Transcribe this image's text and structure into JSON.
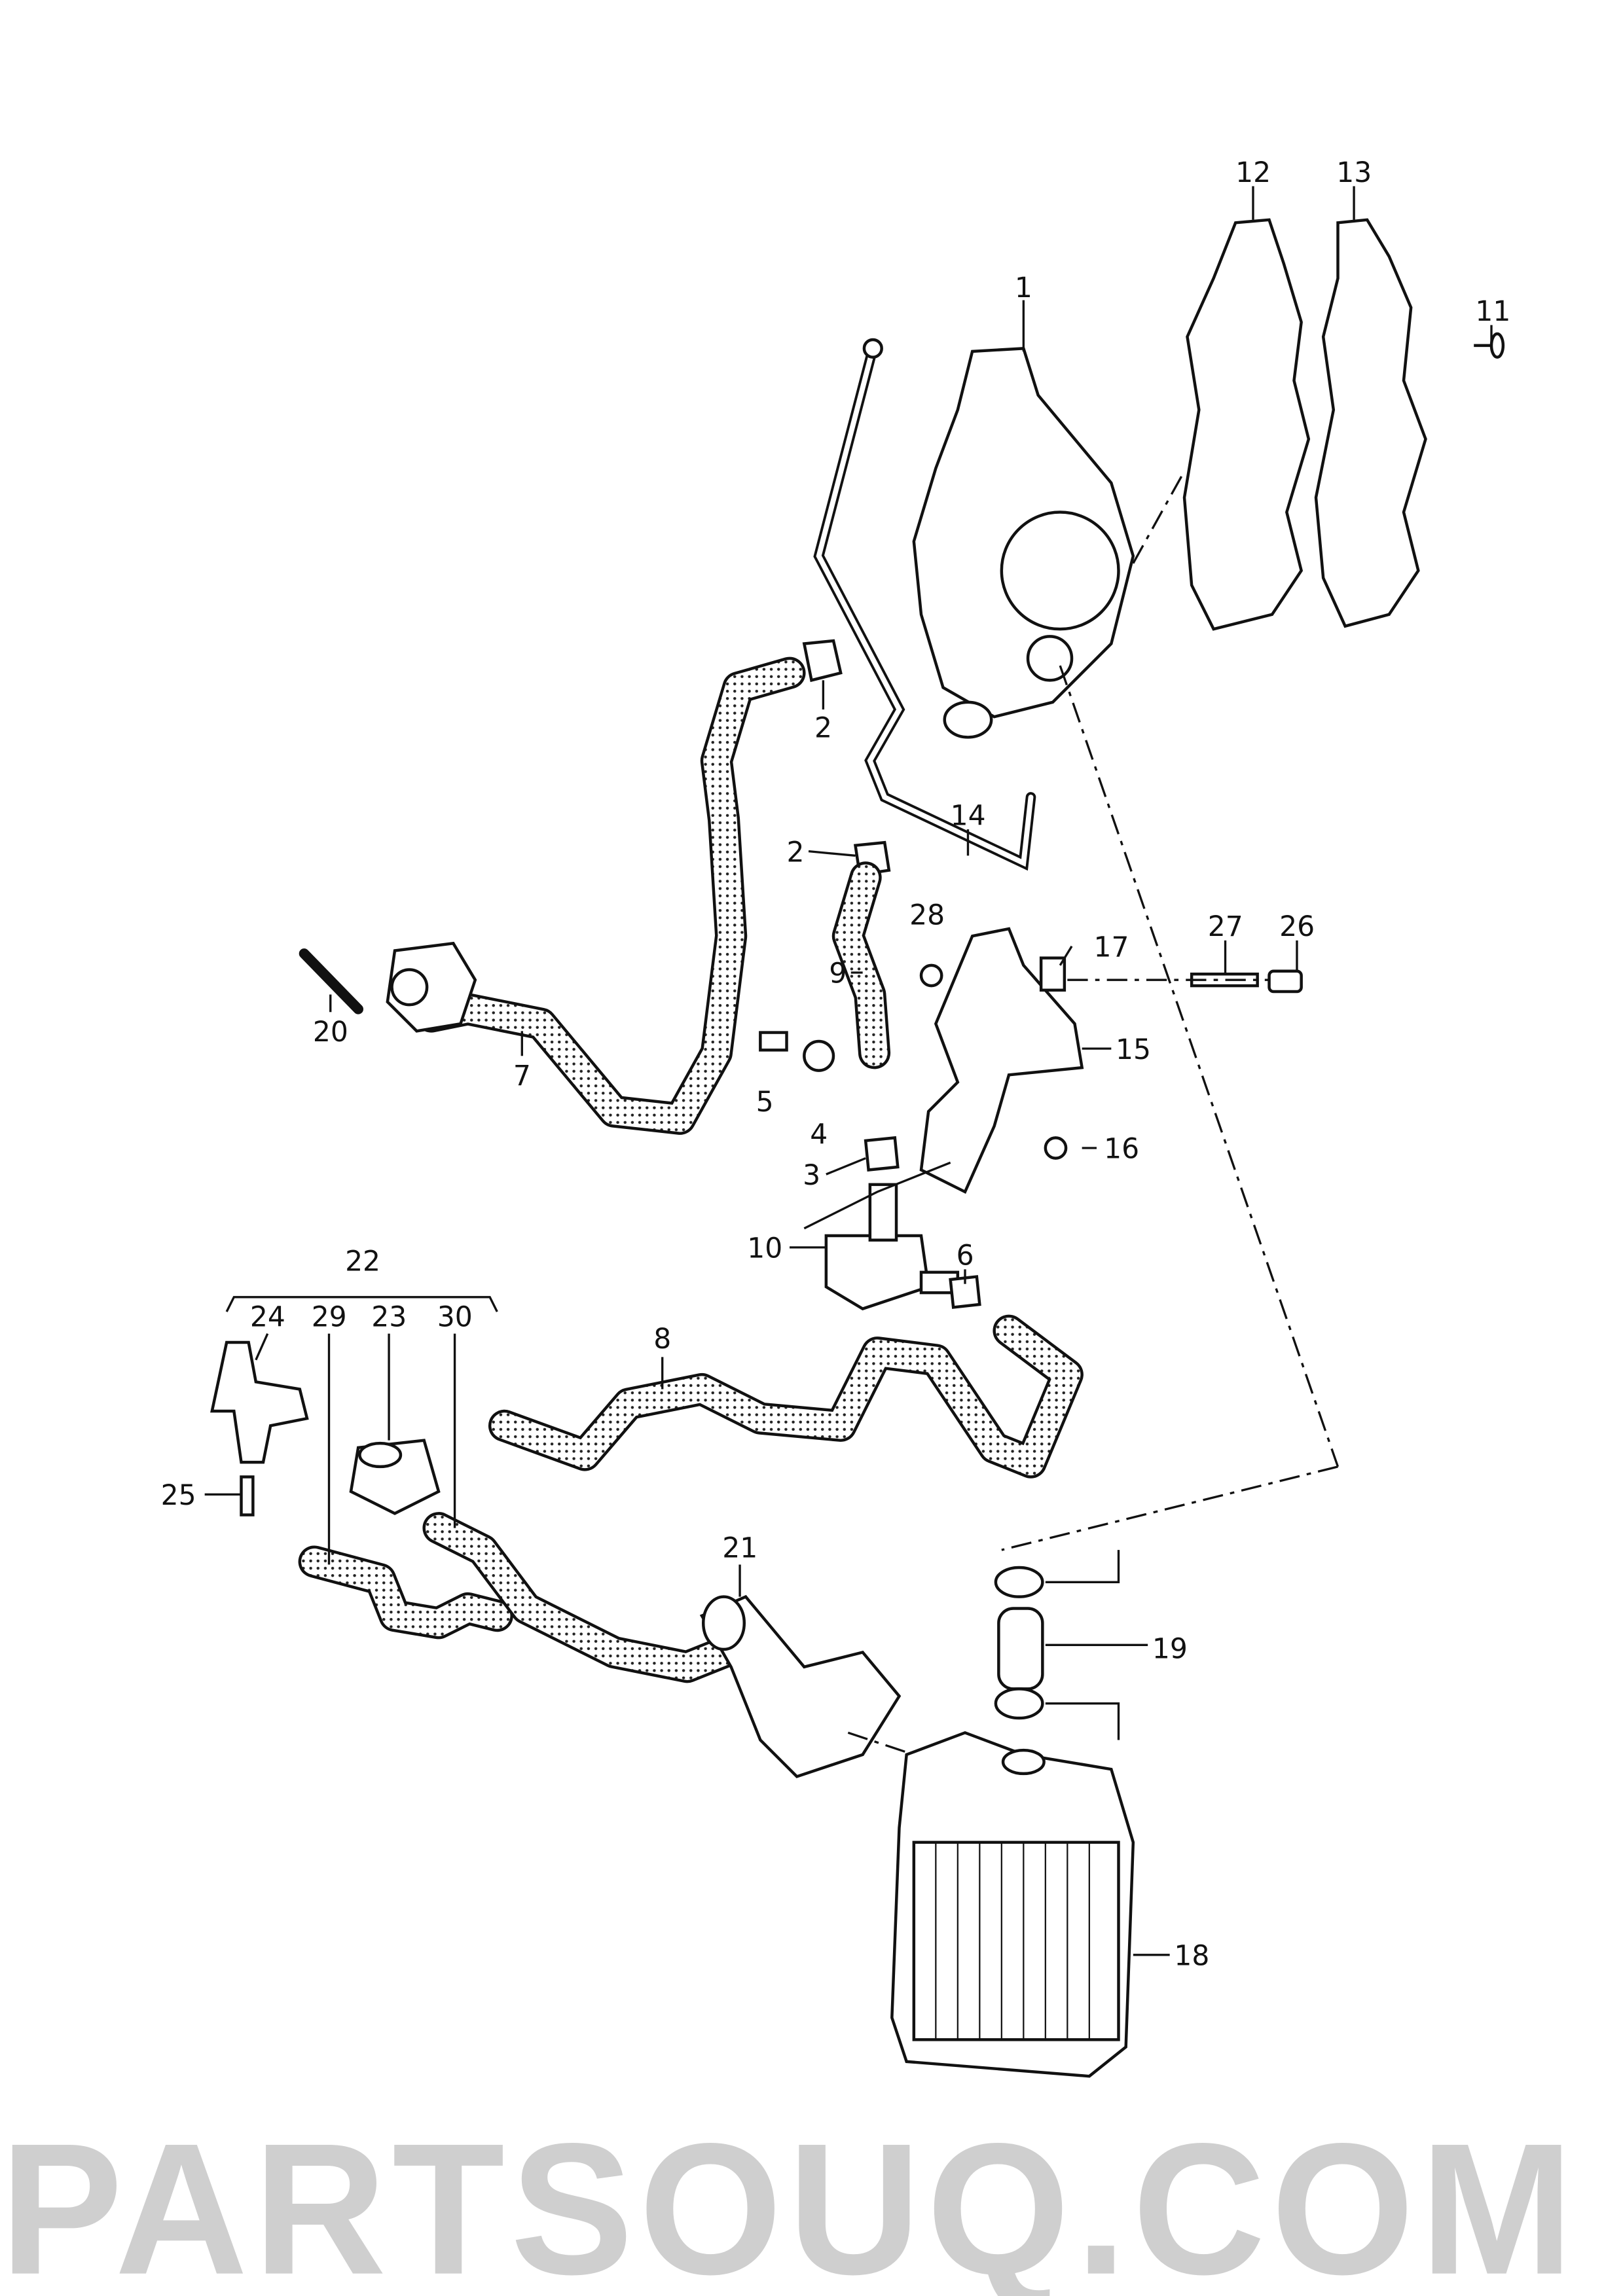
{
  "watermark": "PARTSOUQ.COM",
  "labels": {
    "p1": "1",
    "p2a": "2",
    "p2b": "2",
    "p3": "3",
    "p4": "4",
    "p5": "5",
    "p6": "6",
    "p7": "7",
    "p8": "8",
    "p9": "9",
    "p10": "10",
    "p11": "11",
    "p12": "12",
    "p13": "13",
    "p14": "14",
    "p15": "15",
    "p16": "16",
    "p17": "17",
    "p18": "18",
    "p19": "19",
    "p20": "20",
    "p21": "21",
    "p22": "22",
    "p23": "23",
    "p24": "24",
    "p25": "25",
    "p26": "26",
    "p27": "27",
    "p28": "28",
    "p29": "29",
    "p30": "30"
  }
}
